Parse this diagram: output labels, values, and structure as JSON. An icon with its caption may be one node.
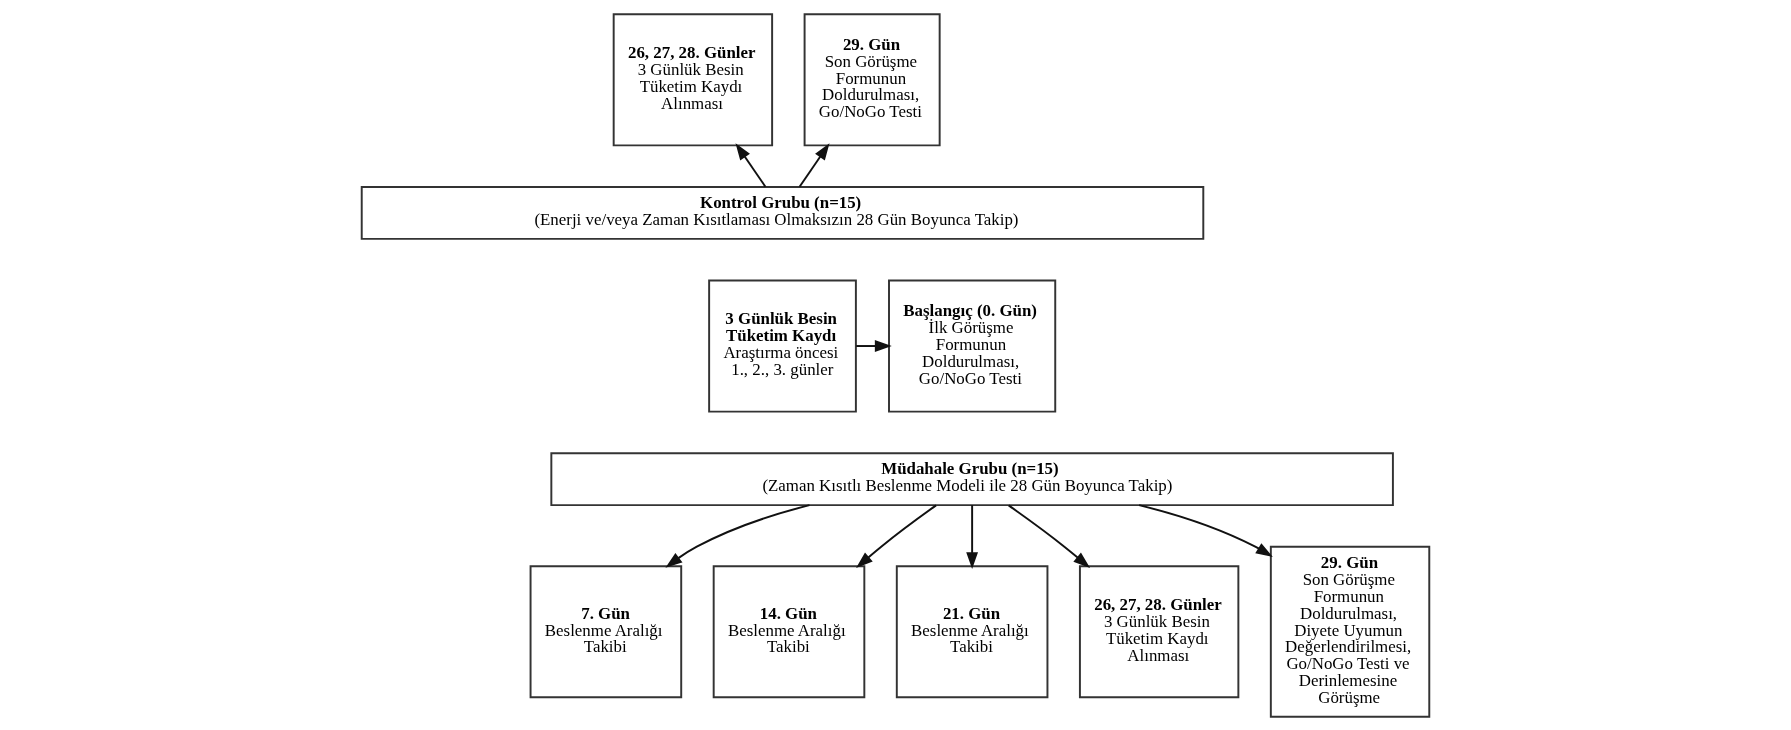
{
  "diagram": {
    "nodes": [
      {
        "text": [
          "3 Günlük Besin Tüketim Kaydı",
          "Araştırma öncesi 1., 2., 3. günler"
        ]
      },
      {
        "text": [
          "Başlangıç (0. Gün)",
          "İlk Görüşme Formunun Doldurulması, Go/NoGo Testi"
        ]
      },
      {
        "text": [
          "26, 27, 28. Günler",
          "3 Günlük Besin Tüketim Kaydı Alınması"
        ]
      },
      {
        "text": [
          "29. Gün",
          "Son Görüşme Formunun Doldurulması, Go/NoGo Testi"
        ]
      },
      {
        "text": [
          "Kontrol Grubu (n=15)",
          "(Enerji ve/veya Zaman Kısıtlaması Olmaksızın 28 Gün Boyunca Takip)"
        ]
      },
      {
        "text": [
          "Müdahale Grubu (n=15)",
          "(Zaman Kısıtlı Beslenme Modeli ile 28 Gün Boyunca Takip)"
        ]
      },
      {
        "text": [
          "7. Gün",
          "Beslenme Aralığı Takibi"
        ]
      },
      {
        "text": [
          "14. Gün",
          "Beslenme Aralığı Takibi"
        ]
      },
      {
        "text": [
          "21. Gün",
          "Beslenme Aralığı Takibi"
        ]
      },
      {
        "text": [
          "26, 27, 28. Günler",
          "3 Günlük Besin Tüketim Kaydı Alınması"
        ]
      },
      {
        "text": [
          "29. Gün",
          "Son Görüşme Formunun Doldurulması, Diyete Uyumun Değerlendirilmesi, Go/NoGo Testi ve Derinlemesine Görüşme"
        ]
      }
    ],
    "edges": [
      {
        "from": 0,
        "to": 1,
        "arrow": "to"
      },
      {
        "from": 4,
        "to": 2,
        "arrow": "to"
      },
      {
        "from": 4,
        "to": 3,
        "arrow": "to"
      },
      {
        "from": 5,
        "to": 6,
        "arrow": "to"
      },
      {
        "from": 5,
        "to": 7,
        "arrow": "to"
      },
      {
        "from": 5,
        "to": 8,
        "arrow": "to"
      },
      {
        "from": 5,
        "to": 9,
        "arrow": "to"
      },
      {
        "from": 5,
        "to": 10,
        "arrow": "to"
      }
    ]
  }
}
